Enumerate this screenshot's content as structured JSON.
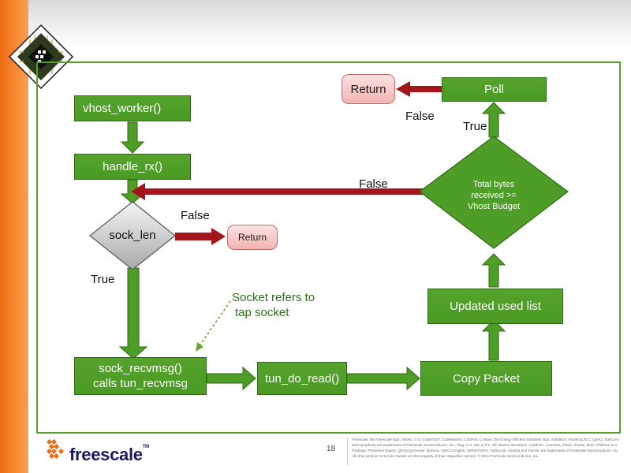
{
  "nodes": {
    "vhost_worker": "vhost_worker()",
    "handle_rx": "handle_rx()",
    "sock_len": "sock_len",
    "return_small": "Return",
    "sock_recvmsg_line1": "sock_recvmsg()",
    "sock_recvmsg_line2": "calls tun_recvmsg",
    "tun_do_read": "tun_do_read()",
    "copy_packet": "Copy Packet",
    "updated_used_list": "Updated used list",
    "decision_line1": "Total bytes",
    "decision_line2": "received >=",
    "decision_line3": "Vhost Budget",
    "poll": "Poll",
    "return_top": "Return"
  },
  "edge_labels": {
    "sock_len_false": "False",
    "sock_len_true": "True",
    "budget_false": "False",
    "poll_false": "False",
    "budget_true": "True"
  },
  "annotation": {
    "line1": "Socket refers to",
    "line2": "tap socket"
  },
  "footer": {
    "page_number": "18",
    "brand": "freescale",
    "trademark": "TM",
    "legal_line1": "Freescale, the Freescale logo, AltiVec, C-5, CodeTEST, CodeWarrior, ColdFire, C-Ware, the Energy Efficient Solutions logo, mobileGT, PowerQUICC, QorIQ, StarCore",
    "legal_line2": "and Symphony are trademarks of Freescale Semiconductor, Inc., Reg. U.S. Pat. & Tm. Off. BeeKit, BeeStack, ColdFire+, CoreNet, Flexis, Kinetis, MXC, Platform in a",
    "legal_line3": "Package, Processor Expert, QorIQ Qonverge, Qorivva, QUICC Engine, SMARTMOS, TurboLink, VortiQa and Xtrinsic are trademarks of Freescale Semiconductor, Inc.",
    "legal_line4": "All other product or service names are the property of their respective owners. © 2011 Freescale Semiconductor, Inc."
  },
  "colors": {
    "green": "#4e9d27",
    "green_dark": "#2f6a12",
    "red_arrow": "#a3141c",
    "orange": "#f06b14"
  }
}
